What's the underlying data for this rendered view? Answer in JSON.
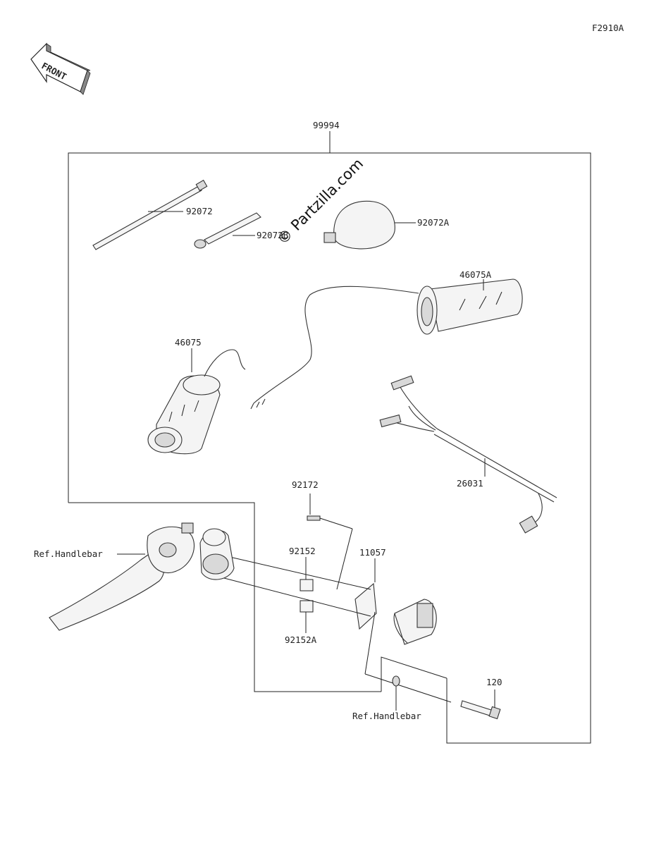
{
  "diagram_code": "F2910A",
  "front_badge": "FRONT",
  "watermark": "© Partzilla.com",
  "labels": {
    "kit": "99994",
    "tie_long": "92072",
    "tie_short": "92072B",
    "band": "92072A",
    "grip_right": "46075A",
    "grip_left": "46075",
    "harness": "26031",
    "screw": "92172",
    "collar": "92152",
    "collar_a": "92152A",
    "switch": "11057",
    "bolt": "120",
    "ref_handlebar_1": "Ref.Handlebar",
    "ref_handlebar_2": "Ref.Handlebar"
  }
}
